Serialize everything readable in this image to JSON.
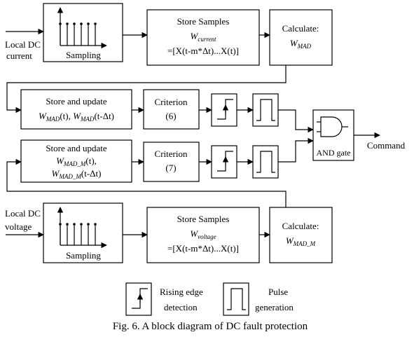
{
  "inputs": {
    "current_line1": "Local DC",
    "current_line2": "current",
    "voltage_line1": "Local DC",
    "voltage_line2": "voltage"
  },
  "sampling": {
    "label": "Sampling"
  },
  "store_current": {
    "title": "Store Samples",
    "var_main": "W",
    "var_sub": "current",
    "formula": "=[X(t-m*Δt)...X(t)]"
  },
  "store_voltage": {
    "title": "Store Samples",
    "var_main": "W",
    "var_sub": "voltage",
    "formula": "=[X(t-m*Δt)...X(t)]"
  },
  "calc_mad": {
    "title": "Calculate:",
    "var_main": "W",
    "var_sub": "MAD"
  },
  "calc_mad_m": {
    "title": "Calculate:",
    "var_main": "W",
    "var_sub": "MAD_M"
  },
  "update_mad": {
    "title": "Store and update",
    "w1": "W",
    "s1": "MAD",
    "a1": "(t), ",
    "w2": "W",
    "s2": "MAD",
    "a2": "(t-Δt)"
  },
  "update_mad_m": {
    "title": "Store and update",
    "w1": "W",
    "s1": "MAD_M",
    "a1": "(t),",
    "w2": "W",
    "s2": "MAD_M",
    "a2": "(t-Δt)"
  },
  "criterion_6": {
    "title": "Criterion",
    "number": "(6)"
  },
  "criterion_7": {
    "title": "Criterion",
    "number": "(7)"
  },
  "and_gate": {
    "label": "AND gate"
  },
  "output": {
    "label": "Command"
  },
  "legend": {
    "rising_line1": "Rising edge",
    "rising_line2": "detection",
    "pulse_line1": "Pulse",
    "pulse_line2": "generation"
  },
  "caption": "Fig. 6.  A block diagram of DC fault protection"
}
